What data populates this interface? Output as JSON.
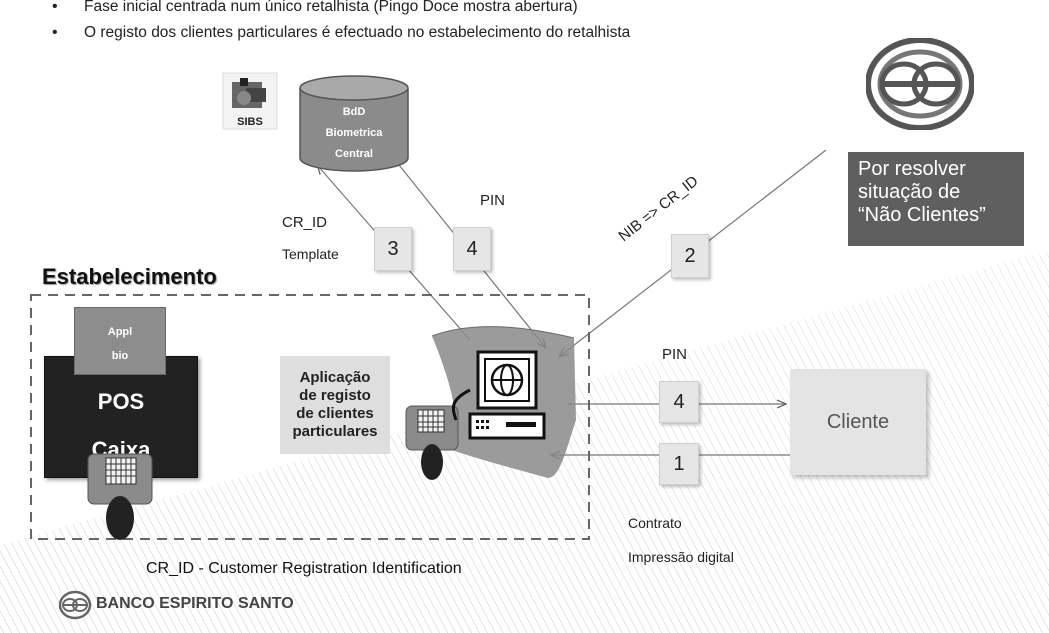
{
  "bullets": [
    "Fase inicial centrada num único retalhista (Pingo Doce mostra abertura)",
    "O registo dos clientes particulares é efectuado no estabelecimento do retalhista"
  ],
  "database": {
    "line1": "BdD",
    "line2": "Biometrica",
    "line3": "Central"
  },
  "resolver_box": [
    "Por resolver",
    "situação de",
    "“Não Clientes”"
  ],
  "labels": {
    "cr_id": "CR_ID",
    "template": "Template",
    "pin_top": "PIN",
    "nib_crid": "NIB => CR_ID",
    "pin_right": "PIN",
    "contrato": "Contrato",
    "impressao": "Impressão digital"
  },
  "steps": {
    "s1": "1",
    "s2": "2",
    "s3": "3",
    "s4a": "4",
    "s4b": "4"
  },
  "establishment_title": "Estabelecimento",
  "appl_bio": {
    "line1": "Appl",
    "line2": "bio"
  },
  "pos_box": {
    "line1": "POS",
    "line2": "Caixa"
  },
  "application_box": [
    "Aplicação",
    "de registo",
    "de clientes",
    "particulares"
  ],
  "client_box": "Cliente",
  "footnote": "CR_ID  - Customer Registration Identification",
  "brand": "BANCO ESPIRITO SANTO",
  "colors": {
    "dark_box": "#5f5f5f",
    "pos_box": "#222222",
    "step_box": "#e6e6e6",
    "client_box": "#e4e4e4"
  }
}
